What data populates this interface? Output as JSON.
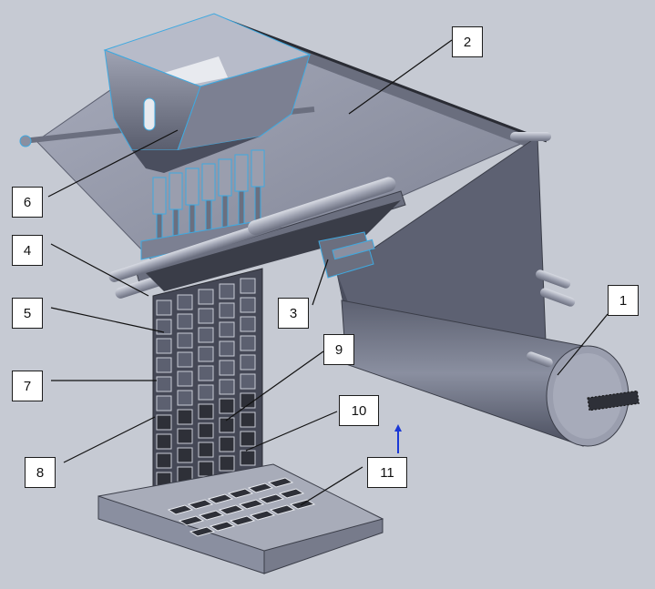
{
  "callouts": {
    "c1": "1",
    "c2": "2",
    "c3": "3",
    "c4": "4",
    "c5": "5",
    "c6": "6",
    "c7": "7",
    "c8": "8",
    "c9": "9",
    "c10": "10",
    "c11": "11"
  },
  "colors": {
    "background": "#c6cad3",
    "machine_dark": "#4a4e5e",
    "machine_mid": "#8a8ea0",
    "machine_light": "#b8bccb",
    "edge_highlight": "#3fa9e0",
    "film_strip": "#3a3d48",
    "base_plate": "#b6bac5"
  }
}
